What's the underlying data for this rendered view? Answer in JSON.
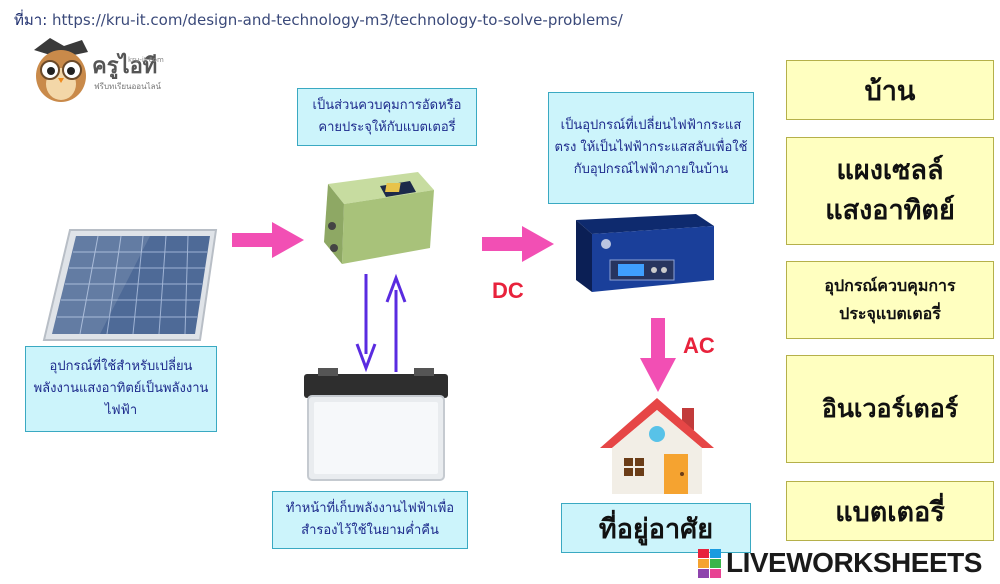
{
  "source": {
    "label": "ที่มา:",
    "url": "https://kru-it.com/design-and-technology-m3/technology-to-solve-problems/"
  },
  "logo": {
    "name": "ครูไอที",
    "sub": "kru-it.com",
    "tagline": "ฟรีบทเรียนออนไลน์"
  },
  "notes": {
    "controller": "เป็นส่วนควบคุมการอัดหรือคายประจุให้กับแบตเตอรี่",
    "inverter": "เป็นอุปกรณ์ที่เปลี่ยนไฟฟ้ากระแสตรง ให้เป็นไฟฟ้ากระแสสลับเพื่อใช้กับอุปกรณ์ไฟฟ้าภายในบ้าน",
    "panel": "อุปกรณ์ที่ใช้สำหรับเปลี่ยนพลังงานแสงอาทิตย์เป็นพลังงานไฟฟ้า",
    "battery": "ทำหน้าที่เก็บพลังงานไฟฟ้าเพื่อสำรองไว้ใช้ในยามค่ำคืน"
  },
  "flow": {
    "dc": "DC",
    "ac": "AC"
  },
  "answer": "ที่อยู่อาศัย",
  "terms": [
    "บ้าน",
    "แผงเซลล์แสงอาทิตย์",
    "อุปกรณ์ควบคุมการประจุแบตเตอรี่",
    "อินเวอร์เตอร์",
    "แบตเตอรี่"
  ],
  "brand": "LIVEWORKSHEETS",
  "colors": {
    "arrow_pink": "#f24fb4",
    "arrow_purple": "#5a2be0",
    "label_red": "#e8223c",
    "note_bg": "#ccf4fb",
    "term_bg": "#ffffc0"
  }
}
